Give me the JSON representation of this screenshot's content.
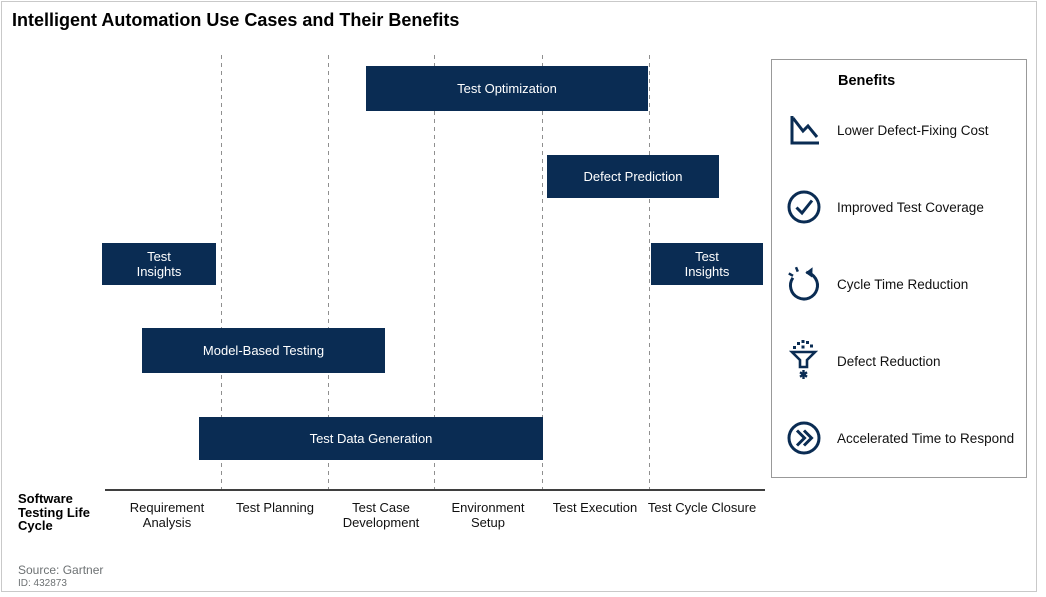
{
  "chart_data": {
    "type": "gantt",
    "title": "Intelligent Automation Use Cases and Their Benefits",
    "axis_title": "Software Testing Life Cycle",
    "phases": [
      "Requirement Analysis",
      "Test Planning",
      "Test Case Development",
      "Environment Setup",
      "Test Execution",
      "Test Cycle Closure"
    ],
    "bars": [
      {
        "label": "Test Optimization",
        "lane": 1,
        "from_phase": "Test Case Development",
        "to_phase": "Test Execution"
      },
      {
        "label": "Defect Prediction",
        "lane": 2,
        "from_phase": "Test Execution",
        "to_phase": "Test Cycle Closure"
      },
      {
        "label": "Test Insights",
        "lane": 3,
        "from_phase": "Requirement Analysis",
        "to_phase": "Requirement Analysis"
      },
      {
        "label": "Test Insights",
        "lane": 3,
        "from_phase": "Test Cycle Closure",
        "to_phase": "Test Cycle Closure"
      },
      {
        "label": "Model-Based Testing",
        "lane": 4,
        "from_phase": "Requirement Analysis",
        "to_phase": "Test Case Development"
      },
      {
        "label": "Test Data Generation",
        "lane": 5,
        "from_phase": "Test Planning",
        "to_phase": "Environment Setup"
      }
    ],
    "grid": "dashed-vertical",
    "legend_position": "right"
  },
  "benefits": {
    "title": "Benefits",
    "items": [
      {
        "label": "Lower Defect-Fixing Cost",
        "icon": "declining-line-chart-icon"
      },
      {
        "label": "Improved Test Coverage",
        "icon": "check-circle-icon"
      },
      {
        "label": "Cycle Time Reduction",
        "icon": "circular-arrow-icon"
      },
      {
        "label": "Defect Reduction",
        "icon": "funnel-bug-icon"
      },
      {
        "label": "Accelerated Time to Respond",
        "icon": "double-chevron-circle-icon"
      }
    ]
  },
  "source": {
    "line1": "Source: Gartner",
    "line2": "ID: 432873"
  },
  "colors": {
    "bar_navy": "#0a2c53",
    "icon_navy": "#0a2c53",
    "grid_gray": "#8f8f8f",
    "panel_border_gray": "#999999",
    "source_gray": "#6d7173",
    "axis_line_gray": "#3f3f3f"
  }
}
